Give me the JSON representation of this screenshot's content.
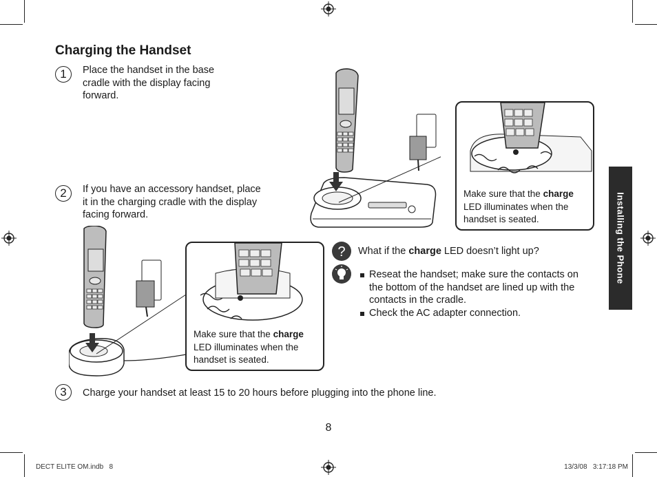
{
  "page": {
    "heading": "Charging the Handset",
    "page_number": "8",
    "side_tab": "Installing the Phone"
  },
  "steps": [
    {
      "number": "1",
      "text": "Place the handset in the base cradle with the display facing forward."
    },
    {
      "number": "2",
      "text": "If you have an accessory handset, place it in the charging cradle with the display facing forward."
    },
    {
      "number": "3",
      "text": "Charge your handset at least 15 to 20 hours before plugging into the phone line."
    }
  ],
  "callouts": {
    "base": {
      "prefix": "Make sure that the ",
      "bold": "charge",
      "suffix": "LED illuminates when the handset is seated."
    },
    "accessory": {
      "prefix": "Make sure that the ",
      "bold": "charge",
      "suffix": "LED illuminates when the handset is seated."
    }
  },
  "faq": {
    "question_prefix": "What if the ",
    "question_bold": "charge",
    "question_suffix": " LED doesn’t light up?",
    "tips": [
      "Reseat the handset; make sure the contacts on the bottom of the handset are lined up with the contacts in the cradle.",
      "Check the AC adapter connection."
    ]
  },
  "footer": {
    "file": "DECT ELITE OM.indb   8",
    "datetime": "13/3/08   3:17:18 PM"
  },
  "icons": [
    "registration-mark-icon",
    "question-icon",
    "tip-bulb-icon"
  ]
}
